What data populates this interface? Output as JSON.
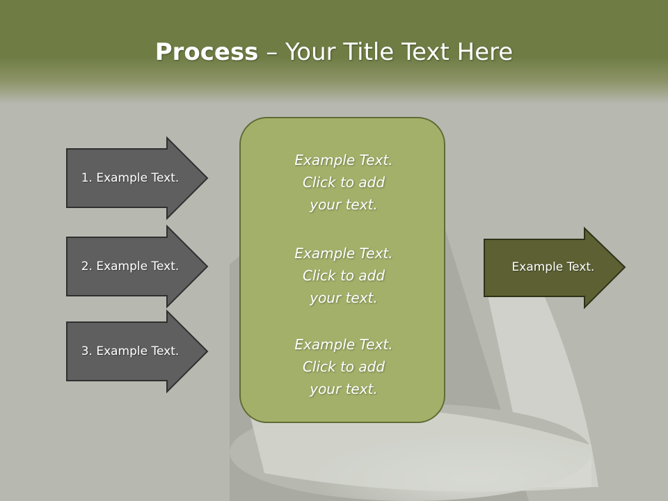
{
  "title": {
    "bold": "Process",
    "rest": " – Your Title Text Here"
  },
  "steps": [
    {
      "label": "1. Example Text."
    },
    {
      "label": "2. Example Text."
    },
    {
      "label": "3. Example Text."
    }
  ],
  "center": {
    "blocks": [
      {
        "line1": "Example Text.",
        "line2": "Click  to add",
        "line3": "your text."
      },
      {
        "line1": "Example Text.",
        "line2": "Click  to add",
        "line3": "your text."
      },
      {
        "line1": "Example Text.",
        "line2": "Click  to add",
        "line3": "your text."
      }
    ]
  },
  "output": {
    "label": "Example Text."
  },
  "colors": {
    "title_bar": "#6f7d45",
    "step_arrow": "#5f5f5f",
    "center_box": "#a3b06a",
    "output_arrow": "#5c6032",
    "background": "#b7b9b1"
  }
}
